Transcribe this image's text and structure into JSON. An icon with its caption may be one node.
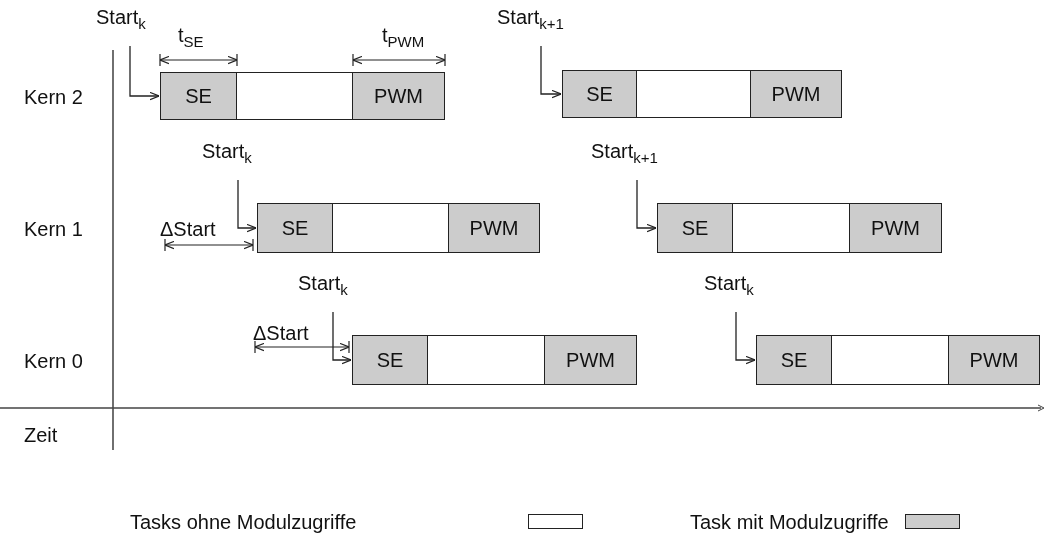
{
  "diagram": {
    "nodes": [
      {
        "text": [
          "Start$_{k}$"
        ]
      },
      {
        "text": [
          "SE"
        ]
      },
      {
        "text": [],
        "shape": "box"
      },
      {
        "text": [
          "PWM"
        ]
      },
      {
        "text": [
          "Start$_{k+1}$"
        ]
      },
      {
        "text": [
          "SE"
        ]
      },
      {
        "text": [],
        "shape": "box"
      },
      {
        "text": [
          "PWM"
        ]
      },
      {
        "text": [
          "Start$_{k}$"
        ]
      },
      {
        "text": [
          "SE"
        ]
      },
      {
        "text": [],
        "shape": "box"
      },
      {
        "text": [
          "PWM"
        ]
      },
      {
        "text": [
          "Start$_{k+1}$"
        ]
      },
      {
        "text": [
          "SE"
        ]
      },
      {
        "text": [],
        "shape": "box"
      },
      {
        "text": [
          "PWM"
        ]
      },
      {
        "text": [
          "Start$_{k}$"
        ]
      },
      {
        "text": [
          "SE"
        ]
      },
      {
        "text": [],
        "shape": "box"
      },
      {
        "text": [
          "PWM"
        ]
      },
      {
        "text": [
          "Start$_{k}$"
        ]
      },
      {
        "text": [
          "SE"
        ]
      },
      {
        "text": [],
        "shape": "box"
      },
      {
        "text": [
          "PWM"
        ]
      }
    ],
    "edges": [
      {
        "from": 0,
        "to": 1,
        "arrow": "to"
      },
      {
        "from": 4,
        "to": 5,
        "arrow": "to"
      },
      {
        "from": 8,
        "to": 9,
        "arrow": "to"
      },
      {
        "from": 12,
        "to": 13,
        "arrow": "to"
      },
      {
        "from": 16,
        "to": 17,
        "arrow": "to"
      },
      {
        "from": 20,
        "to": 21,
        "arrow": "to"
      }
    ],
    "labels": [
      "t$_{SE}$",
      "t$_{PWM}$",
      "Kern 2",
      "Kern 1",
      "ΔStart",
      "Kern 0",
      "ΔStart",
      "Zeit"
    ],
    "legend": [
      {
        "text": "Tasks ohne Modulzugriffe",
        "color": "#ffffff"
      },
      {
        "text": "Task mit Modulzugriffe",
        "color": "#cccccc"
      }
    ]
  }
}
